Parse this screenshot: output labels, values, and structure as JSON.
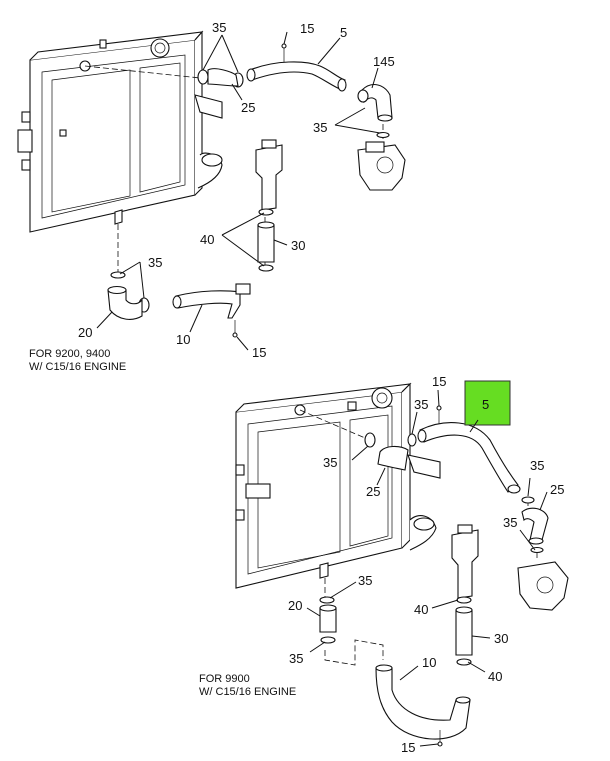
{
  "diagram1": {
    "caption_line1": "FOR 9200, 9400",
    "caption_line2": "W/ C15/16 ENGINE",
    "callouts": [
      "35",
      "15",
      "5",
      "145",
      "25",
      "35",
      "40",
      "30",
      "35",
      "20",
      "10",
      "15"
    ]
  },
  "diagram2": {
    "caption_line1": "FOR 9900",
    "caption_line2": "W/ C15/16 ENGINE",
    "highlight_label": "5",
    "highlight_color": "#66dd22",
    "callouts": [
      "15",
      "35",
      "35",
      "25",
      "35",
      "25",
      "35",
      "35",
      "20",
      "40",
      "30",
      "35",
      "10",
      "40",
      "15"
    ]
  }
}
